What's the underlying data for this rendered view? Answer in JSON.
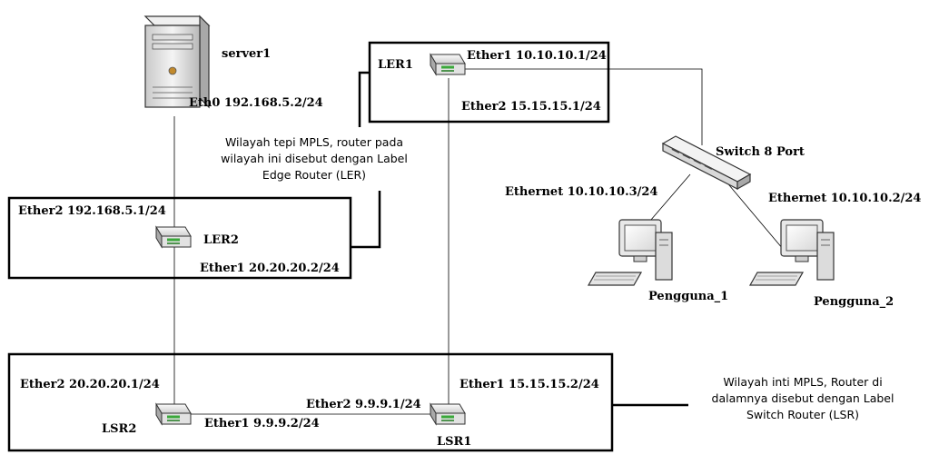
{
  "colors": {
    "line": "#000000",
    "device_body": "#f2f2f2",
    "router_led": "#3aa83a"
  },
  "devices": {
    "server1": {
      "name": "server1",
      "icon": "server-tower",
      "eth0": "Eth0 192.168.5.2/24"
    },
    "ler1": {
      "name": "LER1",
      "icon": "router",
      "ether1": "Ether1 10.10.10.1/24",
      "ether2": "Ether2 15.15.15.1/24"
    },
    "ler2": {
      "name": "LER2",
      "icon": "router",
      "ether1": "Ether1 20.20.20.2/24",
      "ether2": "Ether2 192.168.5.1/24"
    },
    "lsr1": {
      "name": "LSR1",
      "icon": "router",
      "ether1": "Ether1 15.15.15.2/24",
      "ether2": "Ether2 9.9.9.1/24"
    },
    "lsr2": {
      "name": "LSR2",
      "icon": "router",
      "ether1": "Ether1 9.9.9.2/24",
      "ether2": "Ether2 20.20.20.1/24"
    },
    "switch": {
      "name": "Switch 8 Port",
      "icon": "switch"
    },
    "pengguna1": {
      "name": "Pengguna_1",
      "icon": "desktop-pc",
      "ethernet": "Ethernet 10.10.10.3/24"
    },
    "pengguna2": {
      "name": "Pengguna_2",
      "icon": "desktop-pc",
      "ethernet": "Ethernet 10.10.10.2/24"
    }
  },
  "notes": {
    "edge": {
      "line1": "Wilayah tepi MPLS, router pada",
      "line2": "wilayah ini disebut dengan Label",
      "line3": "Edge Router (LER)"
    },
    "core": {
      "line1": "Wilayah inti MPLS, Router di",
      "line2": "dalamnya disebut dengan Label",
      "line3": "Switch Router (LSR)"
    }
  }
}
